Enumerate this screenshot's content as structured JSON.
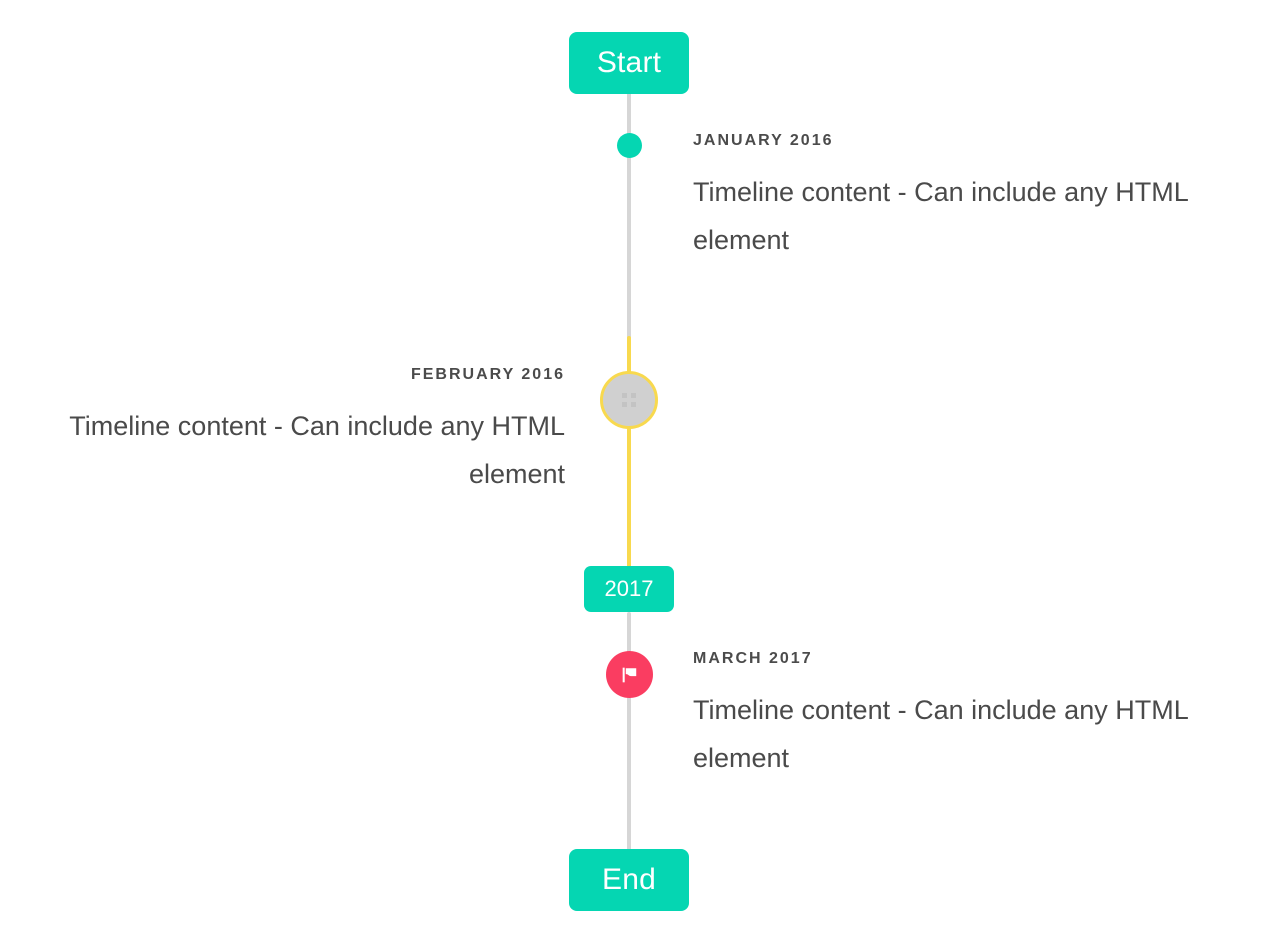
{
  "timeline": {
    "start_cap": {
      "label": "Start",
      "color": "#05d6b2"
    },
    "end_cap": {
      "label": "End",
      "color": "#05d6b2"
    },
    "mid_badge": {
      "label": "2017",
      "color": "#05d6b2"
    },
    "line_color": "#d6d6d6",
    "line_highlight_color": "#f8d94e",
    "entries": [
      {
        "date": "JANUARY 2016",
        "body": "Timeline content - Can include any HTML element",
        "side": "right",
        "marker": "dot-marker",
        "marker_color": "#05d6b2"
      },
      {
        "date": "FEBRUARY 2016",
        "body": "Timeline content - Can include any HTML element",
        "side": "left",
        "marker": "ring-marker",
        "marker_color": "#d0d0d0",
        "marker_ring_color": "#f8d94e"
      },
      {
        "date": "MARCH 2017",
        "body": "Timeline content - Can include any HTML element",
        "side": "right",
        "marker": "flag-icon",
        "marker_color": "#fa3d61"
      }
    ]
  }
}
